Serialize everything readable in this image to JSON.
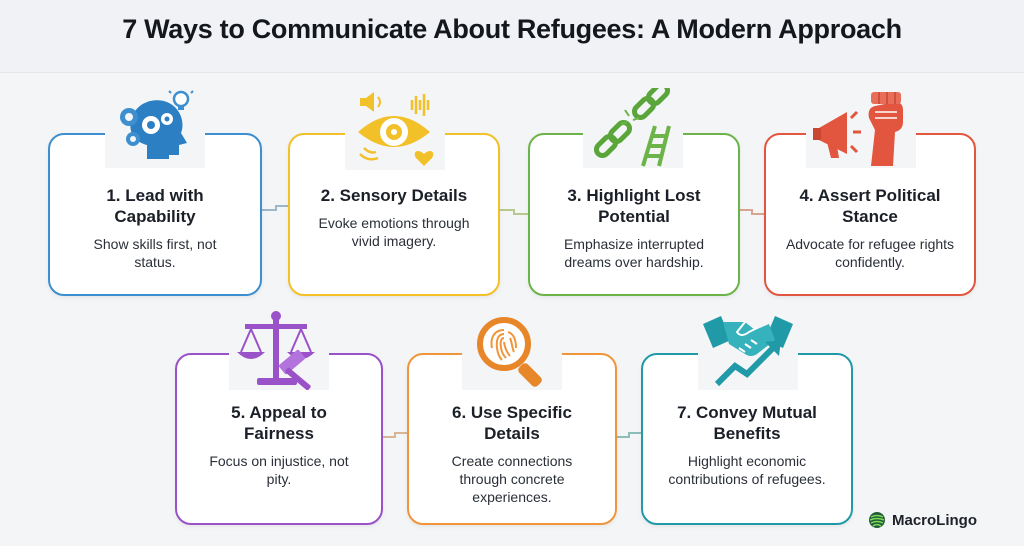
{
  "title": "7 Ways to Communicate About Refugees: A Modern Approach",
  "colors": {
    "blue": "#3d8fcf",
    "yellow": "#f2c029",
    "green": "#6cb449",
    "red": "#e2553f",
    "purple": "#9a52c8",
    "orange": "#f0953a",
    "teal": "#1f9aa6"
  },
  "cards": [
    {
      "title": "1. Lead with Capability",
      "description": "Show skills first, not status.",
      "icon": "head-gears-lightbulb-icon",
      "color": "blue"
    },
    {
      "title": "2. Sensory Details",
      "description": "Evoke emotions through vivid imagery.",
      "icon": "eye-sound-heart-icon",
      "color": "yellow"
    },
    {
      "title": "3. Highlight Lost Potential",
      "description": "Emphasize interrupted dreams over hardship.",
      "icon": "broken-chain-ladder-icon",
      "color": "green"
    },
    {
      "title": "4. Assert Political Stance",
      "description": "Advocate for refugee rights confidently.",
      "icon": "megaphone-fist-icon",
      "color": "red"
    },
    {
      "title": "5. Appeal to Fairness",
      "description": "Focus on injustice, not pity.",
      "icon": "scales-gavel-icon",
      "color": "purple"
    },
    {
      "title": "6. Use Specific Details",
      "description": "Create connections through concrete experiences.",
      "icon": "fingerprint-magnifier-icon",
      "color": "orange"
    },
    {
      "title": "7. Convey Mutual Benefits",
      "description": "Highlight economic contributions of refugees.",
      "icon": "handshake-growth-arrow-icon",
      "color": "teal"
    }
  ],
  "brand": {
    "name": "MacroLingo",
    "icon": "globe-logo-icon"
  }
}
